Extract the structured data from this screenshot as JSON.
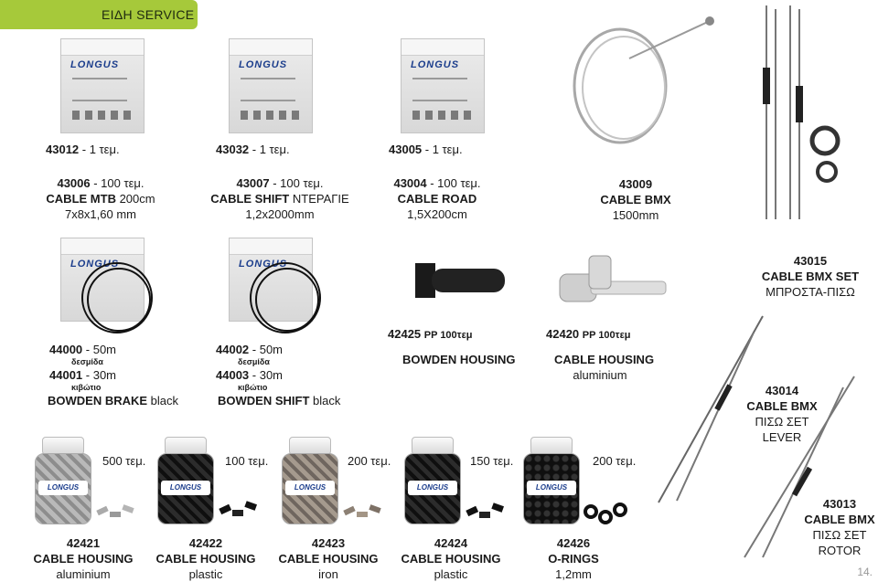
{
  "header": {
    "title": "ΕΙΔΗ SERVICE"
  },
  "boxes": [
    {
      "logo": "LONGUS"
    },
    {
      "logo": "LONGUS"
    },
    {
      "logo": "LONGUS"
    },
    {
      "logo": "LONGUS"
    },
    {
      "logo": "LONGUS"
    }
  ],
  "products_row1": [
    {
      "unit_code": "43012",
      "unit_qty": " - 1 τεμ.",
      "code": "43006",
      "qty": " - 100 τεμ.",
      "name": "CABLE MTB",
      "name_rest": " 200cm",
      "spec": "7x8x1,60 mm"
    },
    {
      "unit_code": "43032",
      "unit_qty": " - 1 τεμ.",
      "code": "43007",
      "qty": " - 100 τεμ.",
      "name": "CABLE SHIFT",
      "name_rest": " ΝΤΕΡΑΓΙΕ",
      "spec": "1,2x2000mm"
    },
    {
      "unit_code": "43005",
      "unit_qty": " - 1 τεμ.",
      "code": "43004",
      "qty": " - 100 τεμ.",
      "name": "CABLE ROAD",
      "name_rest": "",
      "spec": "1,5X200cm"
    }
  ],
  "bmx_cable": {
    "code": "43009",
    "name": "CABLE BMX",
    "spec": "1500mm"
  },
  "bmx_set": {
    "code": "43015",
    "name": "CABLE BMX SET",
    "spec": "ΜΠΡΟΣΤΑ-ΠΙΣΩ"
  },
  "housing_rolls": [
    {
      "code1": "44000",
      "len1": " - 50m",
      "pack1": "δεσμίδα",
      "code2": "44001",
      "len2": " - 30m",
      "pack2": "κιβώτιο",
      "name": "BOWDEN BRAKE",
      "color": " black"
    },
    {
      "code1": "44002",
      "len1": " - 50m",
      "pack1": "δεσμίδα",
      "code2": "44003",
      "len2": " - 30m",
      "pack2": "κιβώτιο",
      "name": "BOWDEN SHIFT",
      "color": " black"
    }
  ],
  "bowden_housing": {
    "code": "42425",
    "pack": "PP 100τεμ",
    "name": "BOWDEN HOUSING"
  },
  "cable_housing_alu": {
    "code": "42420",
    "pack": "PP 100τεμ",
    "name": "CABLE HOUSING",
    "spec": "aluminium"
  },
  "bmx_rear_lever": {
    "code": "43014",
    "name": "CABLE BMX",
    "spec1": "ΠΙΣΩ ΣΕΤ",
    "spec2": "LEVER"
  },
  "bmx_rear_rotor": {
    "code": "43013",
    "name": "CABLE BMX",
    "spec1": "ΠΙΣΩ ΣΕΤ",
    "spec2": "ROTOR"
  },
  "jars": [
    {
      "qty": "500 τεμ.",
      "code": "42421",
      "name": "CABLE HOUSING",
      "spec": "aluminium",
      "logo": "LONGUS"
    },
    {
      "qty": "100 τεμ.",
      "code": "42422",
      "name": "CABLE HOUSING",
      "spec": "plastic",
      "logo": "LONGUS"
    },
    {
      "qty": "200 τεμ.",
      "code": "42423",
      "name": "CABLE HOUSING",
      "spec": "iron",
      "logo": "LONGUS"
    },
    {
      "qty": "150 τεμ.",
      "code": "42424",
      "name": "CABLE HOUSING",
      "spec": "plastic",
      "logo": "LONGUS"
    },
    {
      "qty": "200 τεμ.",
      "code": "42426",
      "name": "O-RINGS",
      "spec": "1,2mm",
      "logo": "LONGUS"
    }
  ],
  "page_number": "14.",
  "colors": {
    "accent": "#a6c93a",
    "text": "#1a1a1a",
    "brand": "#1b3d8c"
  }
}
